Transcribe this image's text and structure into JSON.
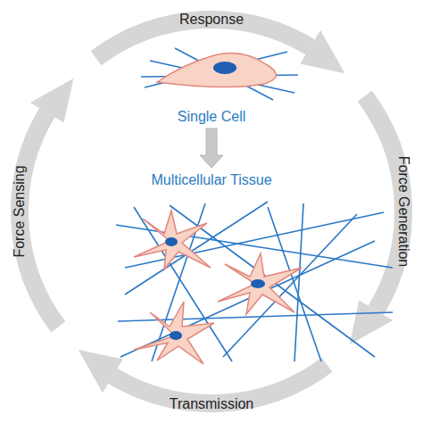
{
  "diagram": {
    "nodes": [
      {
        "text": [
          "Single Cell"
        ]
      },
      {
        "text": [
          "Multicellular Tissue"
        ]
      }
    ],
    "edges": [
      {
        "from": 0,
        "to": 1,
        "arrow": "to"
      }
    ],
    "labels": [
      "Response",
      "Force Generation",
      "Transmission",
      "Force Sensing"
    ]
  }
}
